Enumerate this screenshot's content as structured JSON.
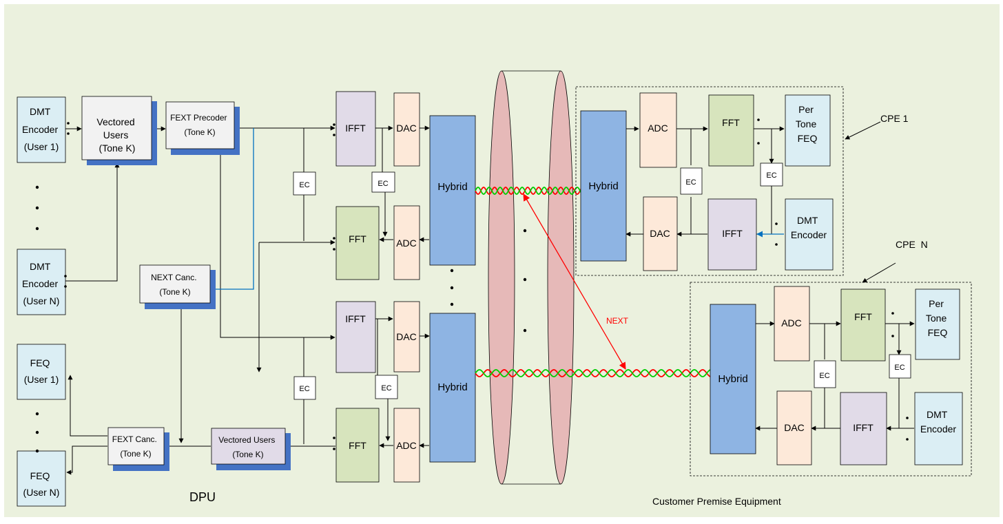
{
  "colors": {
    "background": "#ebf1de",
    "encoder_fill": "#dbeef4",
    "gray_fill": "#f2f2f2",
    "shadow": "#4472c4",
    "ifft_fill": "#e1dbe8",
    "dac_fill": "#fde9d9",
    "fft_fill": "#d7e4bd",
    "hybrid_fill": "#8eb4e3",
    "cable_fill": "#e6b9b8",
    "wire_red": "#ff0000",
    "wire_green": "#00cc00",
    "next_red": "#ff0000",
    "blue_line": "#0070c0"
  },
  "labels": {
    "dmt_encoder": "DMT",
    "encoder": "Encoder",
    "user_1": "(User 1)",
    "user_n": "(User N)",
    "vectored": "Vectored",
    "users": "Users",
    "tone_k": "(Tone K)",
    "fext_precoder": "FEXT Precoder",
    "next_canc": "NEXT Canc.",
    "fext_canc": "FEXT Canc.",
    "vectored_users": "Vectored Users",
    "feq": "FEQ",
    "ifft": "IFFT",
    "fft": "FFT",
    "dac": "DAC",
    "adc": "ADC",
    "ec": "EC",
    "hybrid": "Hybrid",
    "per": "Per",
    "tone": "Tone",
    "next": "NEXT",
    "cpe_1": "CPE 1",
    "cpe_n": "CPE  N",
    "dpu": "DPU",
    "customer_premise": "Customer Premise Equipment"
  }
}
